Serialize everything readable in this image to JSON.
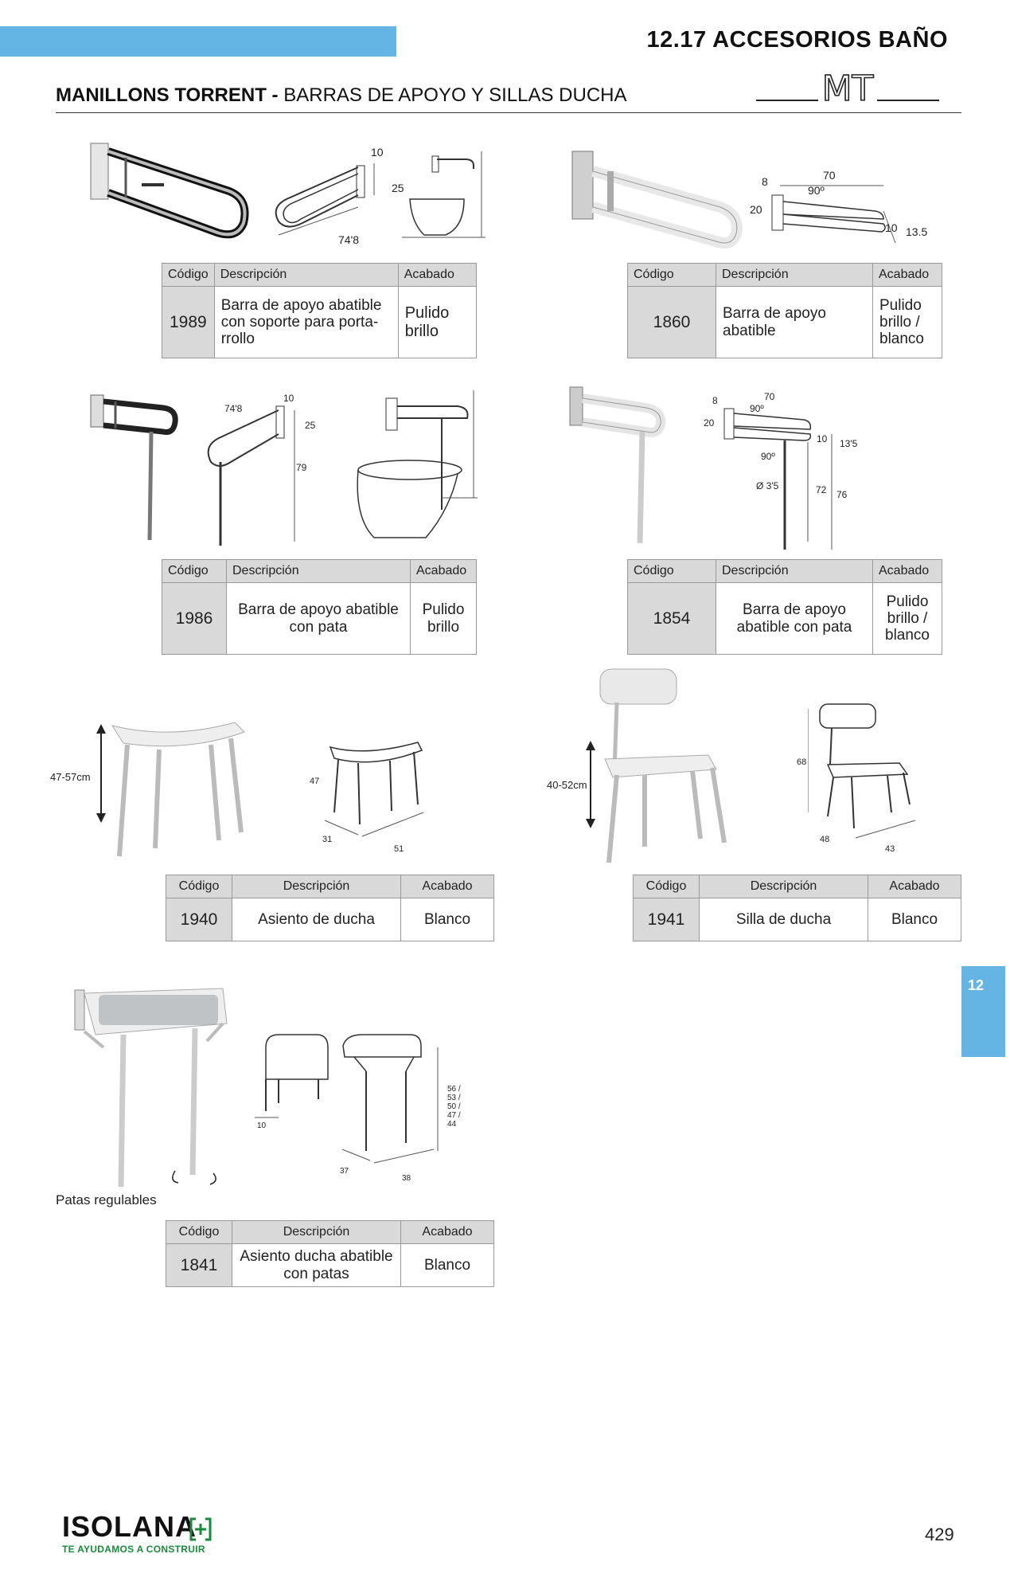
{
  "header": {
    "section_title": "12.17 ACCESORIOS BAÑO",
    "subtitle_bold": "MANILLONS TORRENT -",
    "subtitle_rest": "BARRAS DE APOYO Y SILLAS DUCHA",
    "brand_mark": "MT"
  },
  "columns": {
    "code": "Código",
    "desc": "Descripción",
    "finish": "Acabado"
  },
  "products": {
    "p1989": {
      "code": "1989",
      "desc": "Barra de apoyo abatible con soporte para porta-rrollo",
      "finish": "Pulido brillo"
    },
    "p1860": {
      "code": "1860",
      "desc": "Barra de apoyo abatible",
      "finish": "Pulido brillo / blanco"
    },
    "p1986": {
      "code": "1986",
      "desc": "Barra de apoyo abatible con pata",
      "finish": "Pulido brillo"
    },
    "p1854": {
      "code": "1854",
      "desc": "Barra de apoyo abatible con pata",
      "finish": "Pulido brillo / blanco"
    },
    "p1940": {
      "code": "1940",
      "desc": "Asiento de ducha",
      "finish": "Blanco"
    },
    "p1941": {
      "code": "1941",
      "desc": "Silla de ducha",
      "finish": "Blanco"
    },
    "p1841": {
      "code": "1841",
      "desc": "Asiento ducha abatible con patas",
      "finish": "Blanco"
    }
  },
  "dims": {
    "d1989": {
      "w": "74'8",
      "h": "25",
      "t": "10"
    },
    "d1860": {
      "w": "70",
      "a": "8",
      "angle": "90º",
      "h": "20",
      "t": "10",
      "d": "13.5"
    },
    "d1986": {
      "w": "74'8",
      "t": "10",
      "h": "25",
      "leg": "79"
    },
    "d1854": {
      "a": "8",
      "w": "70",
      "angle": "90º",
      "h": "20",
      "t": "10",
      "d": "13'5",
      "angle2": "90º",
      "dia": "Ø 3'5",
      "leg1": "72",
      "leg2": "76"
    },
    "d1940": {
      "range": "47-57cm",
      "h": "47",
      "d": "31",
      "w": "51"
    },
    "d1941": {
      "range": "40-52cm",
      "h": "68",
      "d": "48",
      "w": "43"
    },
    "d1841": {
      "t": "10",
      "heights": [
        "56 /",
        "53 /",
        "50 /",
        "47 /",
        "44"
      ],
      "d": "37",
      "w": "38"
    }
  },
  "adjustable_legs": "Patas regulables",
  "side_tab": "12",
  "footer": {
    "logo": "ISOLANA",
    "tagline": "TE AYUDAMOS A CONSTRUIR",
    "page": "429"
  },
  "colors": {
    "accent": "#65b5e4",
    "table_header": "#d9d9d9",
    "logo_green": "#1b8a3c"
  }
}
